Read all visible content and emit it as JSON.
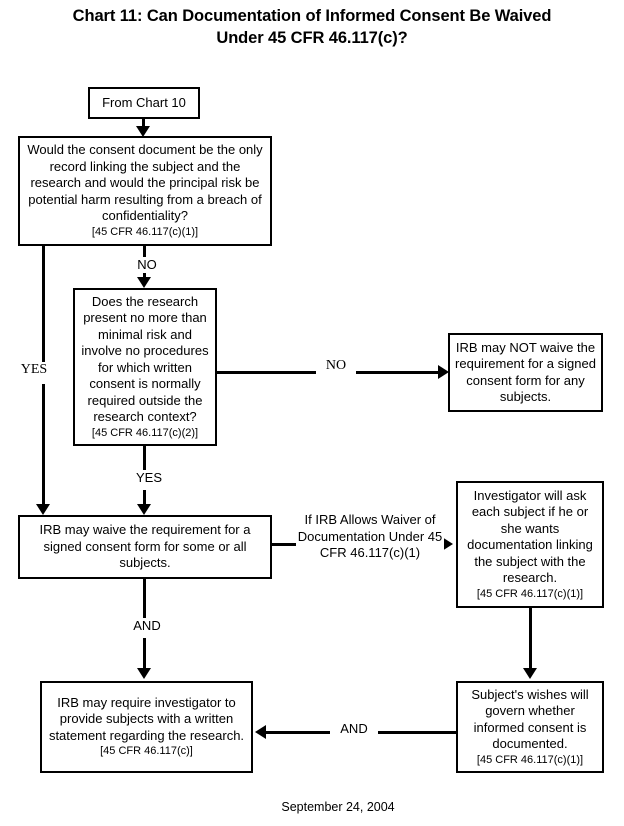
{
  "title": {
    "line1": "Chart 11:  Can Documentation of Informed Consent Be Waived",
    "line2": "Under 45 CFR 46.117(c)?"
  },
  "nodes": {
    "from_chart": {
      "text": "From Chart 10"
    },
    "question_1": {
      "text": "Would the consent document be the only record linking the subject and the research and would the principal risk be potential harm resulting from a breach of confidentiality?",
      "citation": "[45 CFR 46.117(c)(1)]"
    },
    "question_2": {
      "text": "Does the research present no more than minimal risk and involve no procedures for which written consent is normally required outside the research context?",
      "citation": "[45 CFR 46.117(c)(2)]"
    },
    "not_waive": {
      "text": "IRB may NOT waive the requirement for a signed consent form for any subjects.",
      "citation": ""
    },
    "may_waive": {
      "text": "IRB may waive the requirement for a signed consent form for some or all subjects.",
      "citation": ""
    },
    "investigator_asks": {
      "text": "Investigator will ask each subject if he or she wants documentation linking the subject with the research.",
      "citation": "[45 CFR 46.117(c)(1)]"
    },
    "irb_require_statement": {
      "text": "IRB may require investigator to provide subjects with a written statement regarding the research.",
      "citation": "[45 CFR 46.117(c)]"
    },
    "subject_wishes": {
      "text": "Subject's wishes will govern whether informed consent is documented.",
      "citation": "[45 CFR 46.117(c)(1)]"
    }
  },
  "edges": {
    "no_1": "NO",
    "yes_left": "YES",
    "no_2": "NO",
    "yes_2": "YES",
    "and_1": "AND",
    "and_2": "AND",
    "waiver_caption": "If IRB Allows Waiver of Documentation Under 45 CFR 46.117(c)(1)"
  },
  "footer": {
    "date": "September 24, 2004"
  },
  "colors": {
    "stroke": "#000000",
    "background": "#ffffff",
    "text": "#000000"
  }
}
